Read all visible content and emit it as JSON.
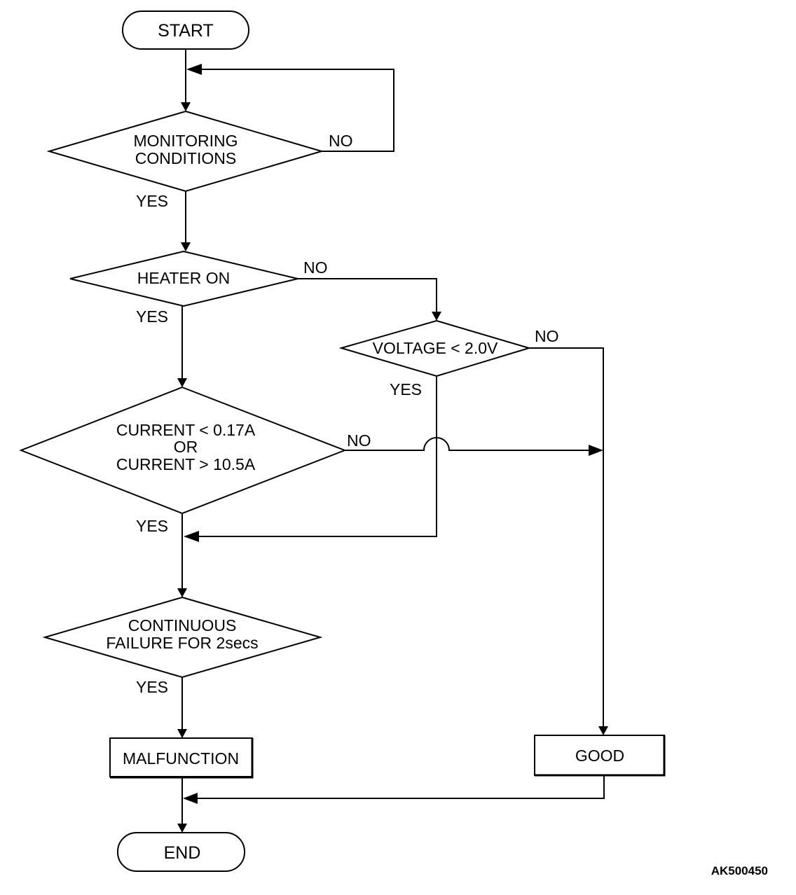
{
  "flowchart": {
    "start": "START",
    "monitoring_conditions": [
      "MONITORING",
      "CONDITIONS"
    ],
    "monitoring_no": "NO",
    "monitoring_yes": "YES",
    "heater_on": "HEATER ON",
    "heater_no": "NO",
    "heater_yes": "YES",
    "voltage_check": "VOLTAGE < 2.0V",
    "voltage_no": "NO",
    "voltage_yes": "YES",
    "current_check": [
      "CURRENT < 0.17A",
      "OR",
      "CURRENT > 10.5A"
    ],
    "current_no": "NO",
    "current_yes": "YES",
    "continuous_failure": [
      "CONTINUOUS",
      "FAILURE FOR 2secs"
    ],
    "continuous_yes": "YES",
    "malfunction": "MALFUNCTION",
    "good": "GOOD",
    "end": "END"
  },
  "figure_code": "AK500450",
  "colors": {
    "stroke": "#000000",
    "background": "#ffffff"
  }
}
